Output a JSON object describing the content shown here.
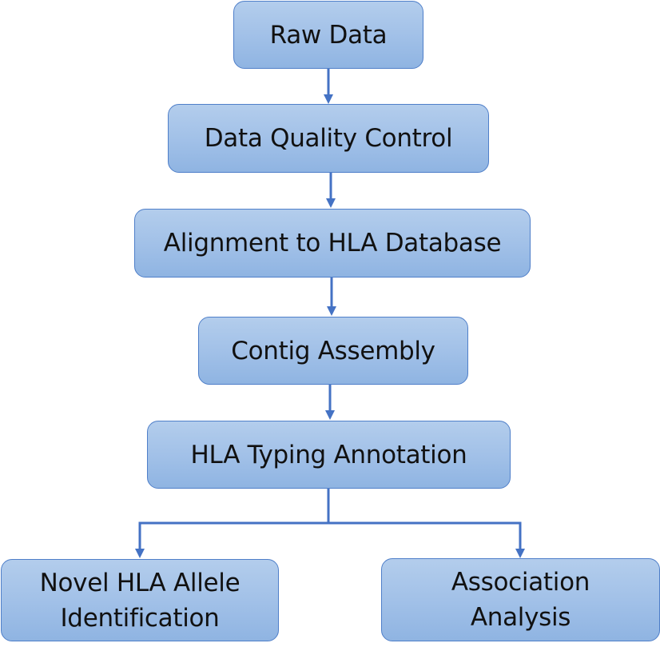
{
  "diagram": {
    "type": "flowchart",
    "accent_color": "#4472c4",
    "node_fill_top": "#b3cdec",
    "node_fill_bottom": "#8fb4e2",
    "nodes": [
      {
        "id": "raw",
        "label": "Raw Data"
      },
      {
        "id": "qc",
        "label": "Data Quality Control"
      },
      {
        "id": "align",
        "label": "Alignment to HLA Database"
      },
      {
        "id": "contig",
        "label": "Contig Assembly"
      },
      {
        "id": "typing",
        "label": "HLA Typing Annotation"
      },
      {
        "id": "novel",
        "label_lines": [
          "Novel HLA Allele",
          "Identification"
        ]
      },
      {
        "id": "assoc",
        "label_lines": [
          "Association",
          "Analysis"
        ]
      }
    ],
    "edges": [
      {
        "from": "raw",
        "to": "qc"
      },
      {
        "from": "qc",
        "to": "align"
      },
      {
        "from": "align",
        "to": "contig"
      },
      {
        "from": "contig",
        "to": "typing"
      },
      {
        "from": "typing",
        "to": "novel"
      },
      {
        "from": "typing",
        "to": "assoc"
      }
    ]
  }
}
